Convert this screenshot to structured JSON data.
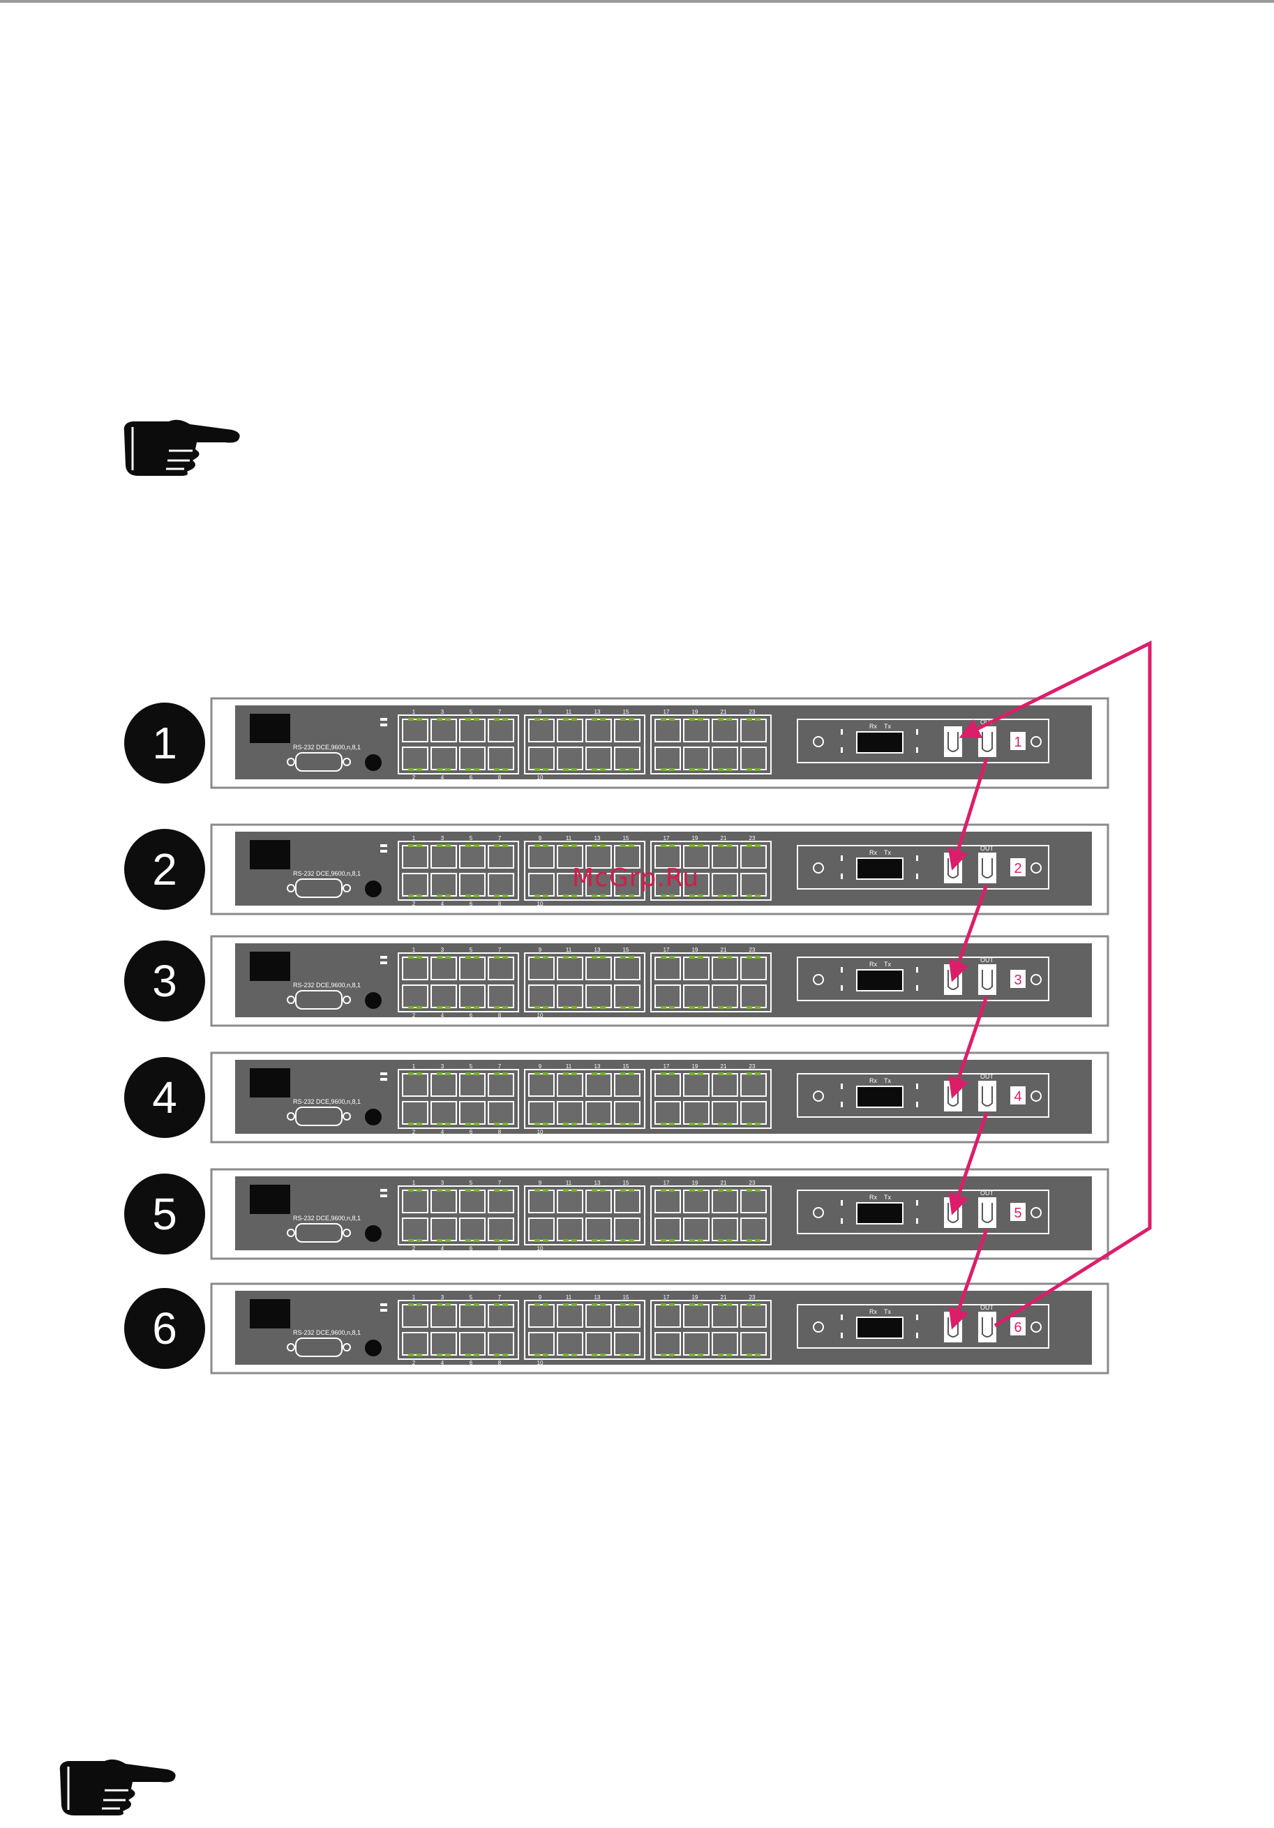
{
  "watermark": "McGrp.Ru",
  "colors": {
    "arrow": "#dc1e6a",
    "panel": "#626262",
    "circle": "#0d0d0d",
    "port_led": "#78b428"
  },
  "units": [
    {
      "number": "1",
      "id_label": "1"
    },
    {
      "number": "2",
      "id_label": "2"
    },
    {
      "number": "3",
      "id_label": "3"
    },
    {
      "number": "4",
      "id_label": "4"
    },
    {
      "number": "5",
      "id_label": "5"
    },
    {
      "number": "6",
      "id_label": "6"
    }
  ],
  "switch_labels": {
    "console": "RS-232 DCE,9600,n,8,1",
    "out_port": "OUT",
    "rx": "Rx",
    "tx": "Tx",
    "top_port_numbers": [
      "1",
      "3",
      "5",
      "7",
      "9",
      "11",
      "13",
      "15",
      "17",
      "19",
      "21",
      "23"
    ],
    "bottom_port_numbers": [
      "2",
      "4",
      "6",
      "8",
      "10"
    ]
  },
  "icons": {
    "hand_top": "pointing-hand-icon",
    "hand_bottom": "pointing-hand-icon"
  }
}
